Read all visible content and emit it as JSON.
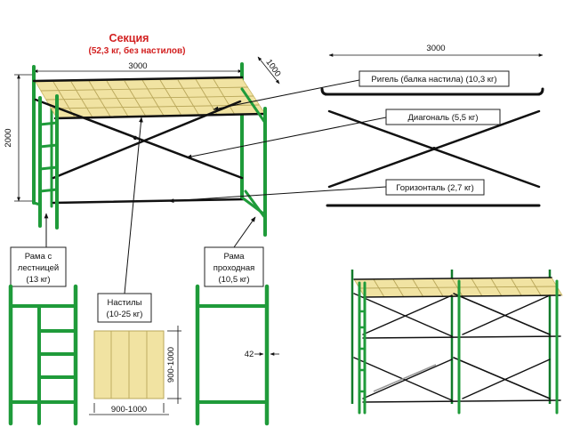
{
  "section": {
    "title": "Секция",
    "subtitle": "(52,3 кг, без настилов)",
    "dim_length": "3000",
    "dim_depth": "1000",
    "dim_height": "2000"
  },
  "exploded": {
    "dim_length": "3000"
  },
  "labels": {
    "rigel": "Ригель (балка настила) (10,3 кг)",
    "diagonal": "Диагональ (5,5 кг)",
    "horizontal": "Горизонталь (2,7 кг)",
    "frame_ladder": [
      "Рама с",
      "лестницей",
      "(13 кг)"
    ],
    "decking": [
      "Настилы",
      "(10-25 кг)"
    ],
    "frame_pass": [
      "Рама",
      "проходная",
      "(10,5 кг)"
    ]
  },
  "dims": {
    "deck_width": "900-1000",
    "deck_height": "900-1000",
    "tube": "42"
  },
  "colors": {
    "frame_green": "#1f9b3a",
    "deck_yellow": "#f1e3a2",
    "title_red": "#d21f1f"
  }
}
